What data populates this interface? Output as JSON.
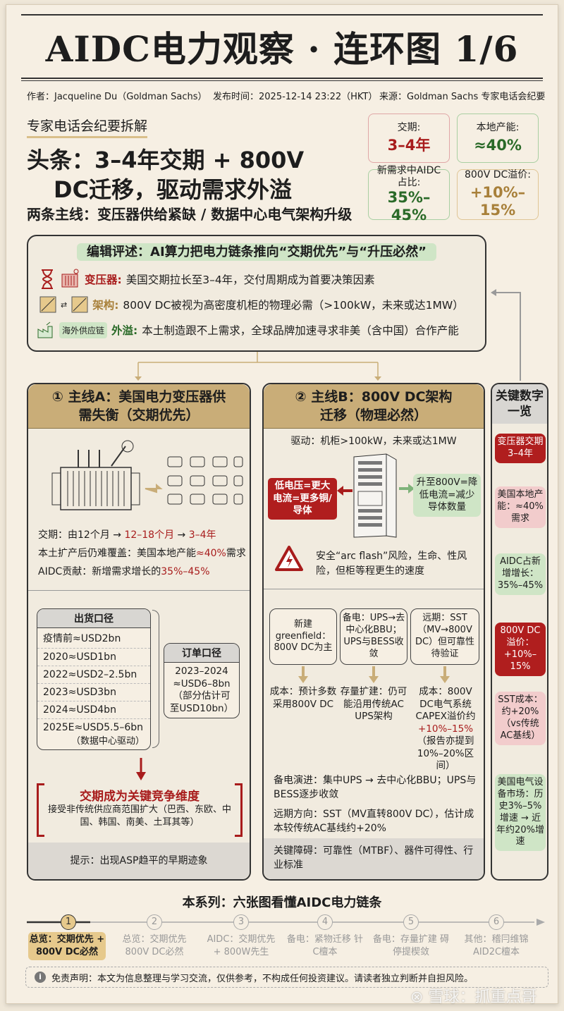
{
  "title": "AIDC电力观察 · 连环图 1/6",
  "meta": {
    "author": "作者：Jacqueline Du（Goldman Sachs）",
    "published": "发布时间：2025-12-14 23:22（HKT）",
    "source": "来源：Goldman Sachs 专家电话会纪要"
  },
  "tag": "专家电话会纪要拆解",
  "headline": {
    "line1": "头条：3–4年交期 + 800V",
    "line2": "DC迁移，驱动需求外溢",
    "sub": "两条主线：变压器供给紧缺 / 数据中心电气架构升级"
  },
  "stats": [
    {
      "label": "交期:",
      "value": "3–4年",
      "color": "#a81c1c"
    },
    {
      "label": "本地产能:",
      "value": "≈40%",
      "color": "#2a6a28"
    },
    {
      "label": "新需求中AIDC占比:",
      "value": "35%–45%",
      "color": "#2a6a28"
    },
    {
      "label": "800V DC溢价:",
      "value": "+10%–15%",
      "color": "#a8803a"
    }
  ],
  "editorial": {
    "title": "编辑评述：AI算力把电力链条推向“交期优先”与“升压必然”",
    "rows": [
      {
        "key": "变压器:",
        "text": "美国交期拉长至3–4年，交付周期成为首要决策因素",
        "icons": [
          "hourglass-icon",
          "transformer-icon"
        ]
      },
      {
        "key": "架构:",
        "text": "800V DC被视为高密度机柜的物理必需（>100kW，未来或达1MW）",
        "icons": [
          "dc-converter-icon",
          "ac-dc-converter-icon"
        ]
      },
      {
        "key": "外溢:",
        "badge": "海外供应链",
        "text": "本土制造跟不上需求，全球品牌加速寻求非美（含中国）合作产能",
        "icons": [
          "factory-icon"
        ]
      }
    ]
  },
  "colA": {
    "header": "① 主线A：美国电力变压器供需失衡（交期优先）",
    "lead_prefix": "交期：由12个月 → ",
    "lead_a": "12–18个月",
    "lead_mid": " → ",
    "lead_b": "3–4年",
    "local_prefix": "本土扩产后仍难覆盖：美国本地产能",
    "local_val": "≈40%",
    "local_suffix": "需求",
    "aidc_prefix": "AIDC贡献：新增需求增长的",
    "aidc_val": "35%–45%",
    "ship": {
      "header": "出货口径",
      "rows": [
        "疫情前≈USD2bn",
        "2020≈USD1bn",
        "2022≈USD2–2.5bn",
        "2023≈USD3bn",
        "2024≈USD4bn",
        "2025E≈USD5.5–6bn"
      ],
      "note": "（数据中心驱动）"
    },
    "order": {
      "header": "订单口径",
      "text": "2023–2024 ≈USD6–8bn（部分估计可至USD10bn）"
    },
    "key_title": "交期成为关键竞争维度",
    "key_text": "接受非传统供应商范围扩大（巴西、东欧、中国、韩国、南美、土耳其等）",
    "tip": "提示：出现ASP趋平的早期迹象"
  },
  "colB": {
    "header": "② 主线B：800V DC架构迁移（物理必然）",
    "drive": "驱动：机柜>100kW，未来或达1MW",
    "low": "低电压=更大电流=更多铜/导体",
    "high": "升至800V=降低电流=减少导体数量",
    "safety": "安全“arc flash”风险，生命、性风险，但柜等程更生的速度",
    "boxes": [
      "新建greenfield：800V DC为主",
      "备电：UPS→去中心化BBU；UPS与BESS收敛",
      "远期：SST（MV→800V DC）但可靠性待验证"
    ],
    "costs": [
      "成本：预计多数采用800V DC",
      "存量扩建：仍可能沿用传统AC UPS架构"
    ],
    "cost3_prefix": "成本：800V DC电气系统CAPEX溢价约",
    "cost3_val": "+10%–15%",
    "cost3_suffix": "（报告亦提到10%–20%区间）",
    "backup": "备电演进：集中UPS → 去中心化BBU；UPS与BESS逐步收敛",
    "far": "远期方向：SST（MV直转800V DC），估计成本较传统AC基线约+20%",
    "barrier": "关键障碍：可靠性（MTBF）、器件可得性、行业标准"
  },
  "sidebar": {
    "title": "关键数字一览",
    "items": [
      {
        "text": "变压器交期3–4年",
        "style": "red"
      },
      {
        "text": "美国本地产能：≈40%需求",
        "style": "pink"
      },
      {
        "text": "AIDC占新增增长：35%–45%",
        "style": "green"
      },
      {
        "text": "800V DC溢价：+10%–15%",
        "style": "red"
      },
      {
        "text": "SST成本：约+20%（vs传统AC基线）",
        "style": "pink"
      },
      {
        "text": "美国电气设备市场：历史3%–5%增速 → 近年约20%增速",
        "style": "green"
      }
    ]
  },
  "series": {
    "title": "本系列：六张图看懂AIDC电力链条",
    "current": 1,
    "steps": [
      {
        "n": "1",
        "label": "总览：交期优先 + 800V DC必然"
      },
      {
        "n": "2",
        "label": "总览：交期优先 800V DC必然"
      },
      {
        "n": "3",
        "label": "AIDC：交期优先 + 800W先生"
      },
      {
        "n": "4",
        "label": "备电：紧物迁移 针C檀本"
      },
      {
        "n": "5",
        "label": "备电：存量扩建 碍停提楔敛"
      },
      {
        "n": "6",
        "label": "其他：稽冃维锦 AID2C檀本"
      }
    ]
  },
  "disclaimer": "免责声明：本文为信息整理与学习交流，仅供参考，不构成任何投资建议。请读者独立判断并自担风险。",
  "watermark": "雪球：抓重点哥",
  "colors": {
    "accent_red": "#a81c1c",
    "accent_green": "#2a6a28",
    "accent_gold": "#c9ad78",
    "background": "#f6efe3"
  }
}
